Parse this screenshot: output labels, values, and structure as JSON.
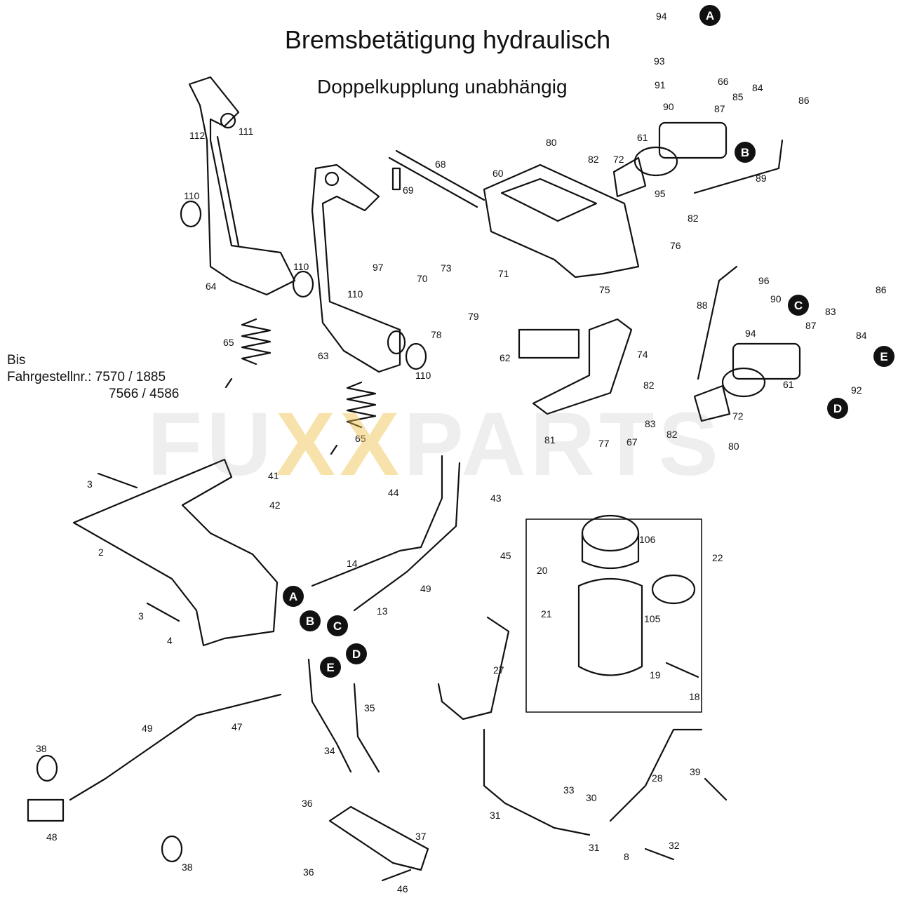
{
  "header": {
    "title": "Bremsbetätigung hydraulisch",
    "subtitle": "Doppelkupplung unabhängig"
  },
  "serial_note": {
    "line1": "Bis",
    "line2": "Fahrgestellnr.:  7570 / 1885",
    "line3": "7566 / 4586"
  },
  "watermark": {
    "part1": "FU",
    "part2": "XX",
    "part3": "PARTS"
  },
  "connectors": [
    "A",
    "B",
    "C",
    "D",
    "E"
  ],
  "part_labels": [
    "2",
    "3",
    "4",
    "8",
    "13",
    "14",
    "18",
    "19",
    "20",
    "21",
    "22",
    "27",
    "28",
    "30",
    "31",
    "32",
    "33",
    "34",
    "35",
    "36",
    "37",
    "38",
    "39",
    "41",
    "42",
    "43",
    "44",
    "45",
    "46",
    "47",
    "48",
    "49",
    "60",
    "61",
    "62",
    "63",
    "64",
    "65",
    "66",
    "67",
    "68",
    "69",
    "70",
    "71",
    "72",
    "73",
    "74",
    "75",
    "76",
    "77",
    "78",
    "79",
    "80",
    "81",
    "82",
    "83",
    "84",
    "85",
    "86",
    "87",
    "88",
    "89",
    "90",
    "91",
    "92",
    "93",
    "94",
    "95",
    "96",
    "97",
    "105",
    "106",
    "110",
    "111",
    "112"
  ],
  "colors": {
    "line": "#111111",
    "background": "#ffffff",
    "watermark_accent": "#f0be46"
  }
}
